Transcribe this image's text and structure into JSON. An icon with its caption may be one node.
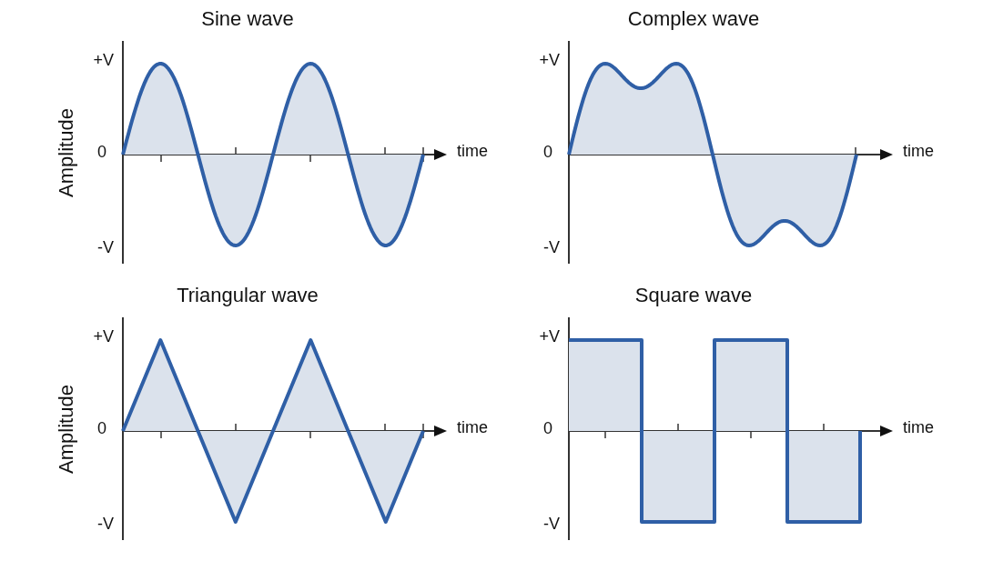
{
  "diagram": {
    "labels": [
      "Sine wave",
      "+V",
      "Amplitude",
      "0",
      "time",
      "-V",
      "Complex wave",
      "+V",
      "0",
      "time",
      "-V",
      "Triangular wave",
      "+V",
      "Amplitude",
      "0",
      "time",
      "-V",
      "Square wave",
      "+V",
      "0",
      "time",
      "-V"
    ]
  }
}
